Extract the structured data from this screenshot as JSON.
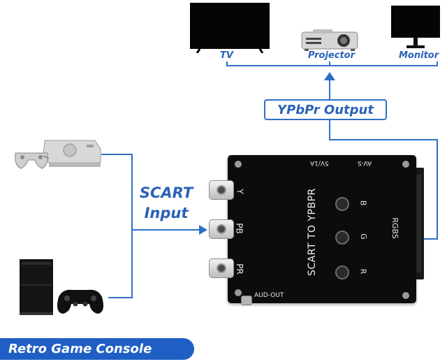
{
  "outputs": {
    "tv": "TV",
    "projector": "Projector",
    "monitor": "Monitor",
    "ypbpr_output": "YPbPr Output"
  },
  "input": {
    "scart_line1": "SCART",
    "scart_line2": "Input"
  },
  "device": {
    "title": "SCART TO YPBPR",
    "power": "5V/1A",
    "av_switch": "AV-S",
    "port_y": "Y",
    "port_pb": "PB",
    "port_pr": "PR",
    "knob_b": "B",
    "knob_g": "G",
    "knob_r": "R",
    "rgbs": "RGBS",
    "aud_out": "AUD-OUT"
  },
  "banner": {
    "label": "Retro Game Console"
  },
  "colors": {
    "accent": "#2f6fc9",
    "banner_bg": "#1f5fc4",
    "device_body": "#0c0c0c"
  }
}
